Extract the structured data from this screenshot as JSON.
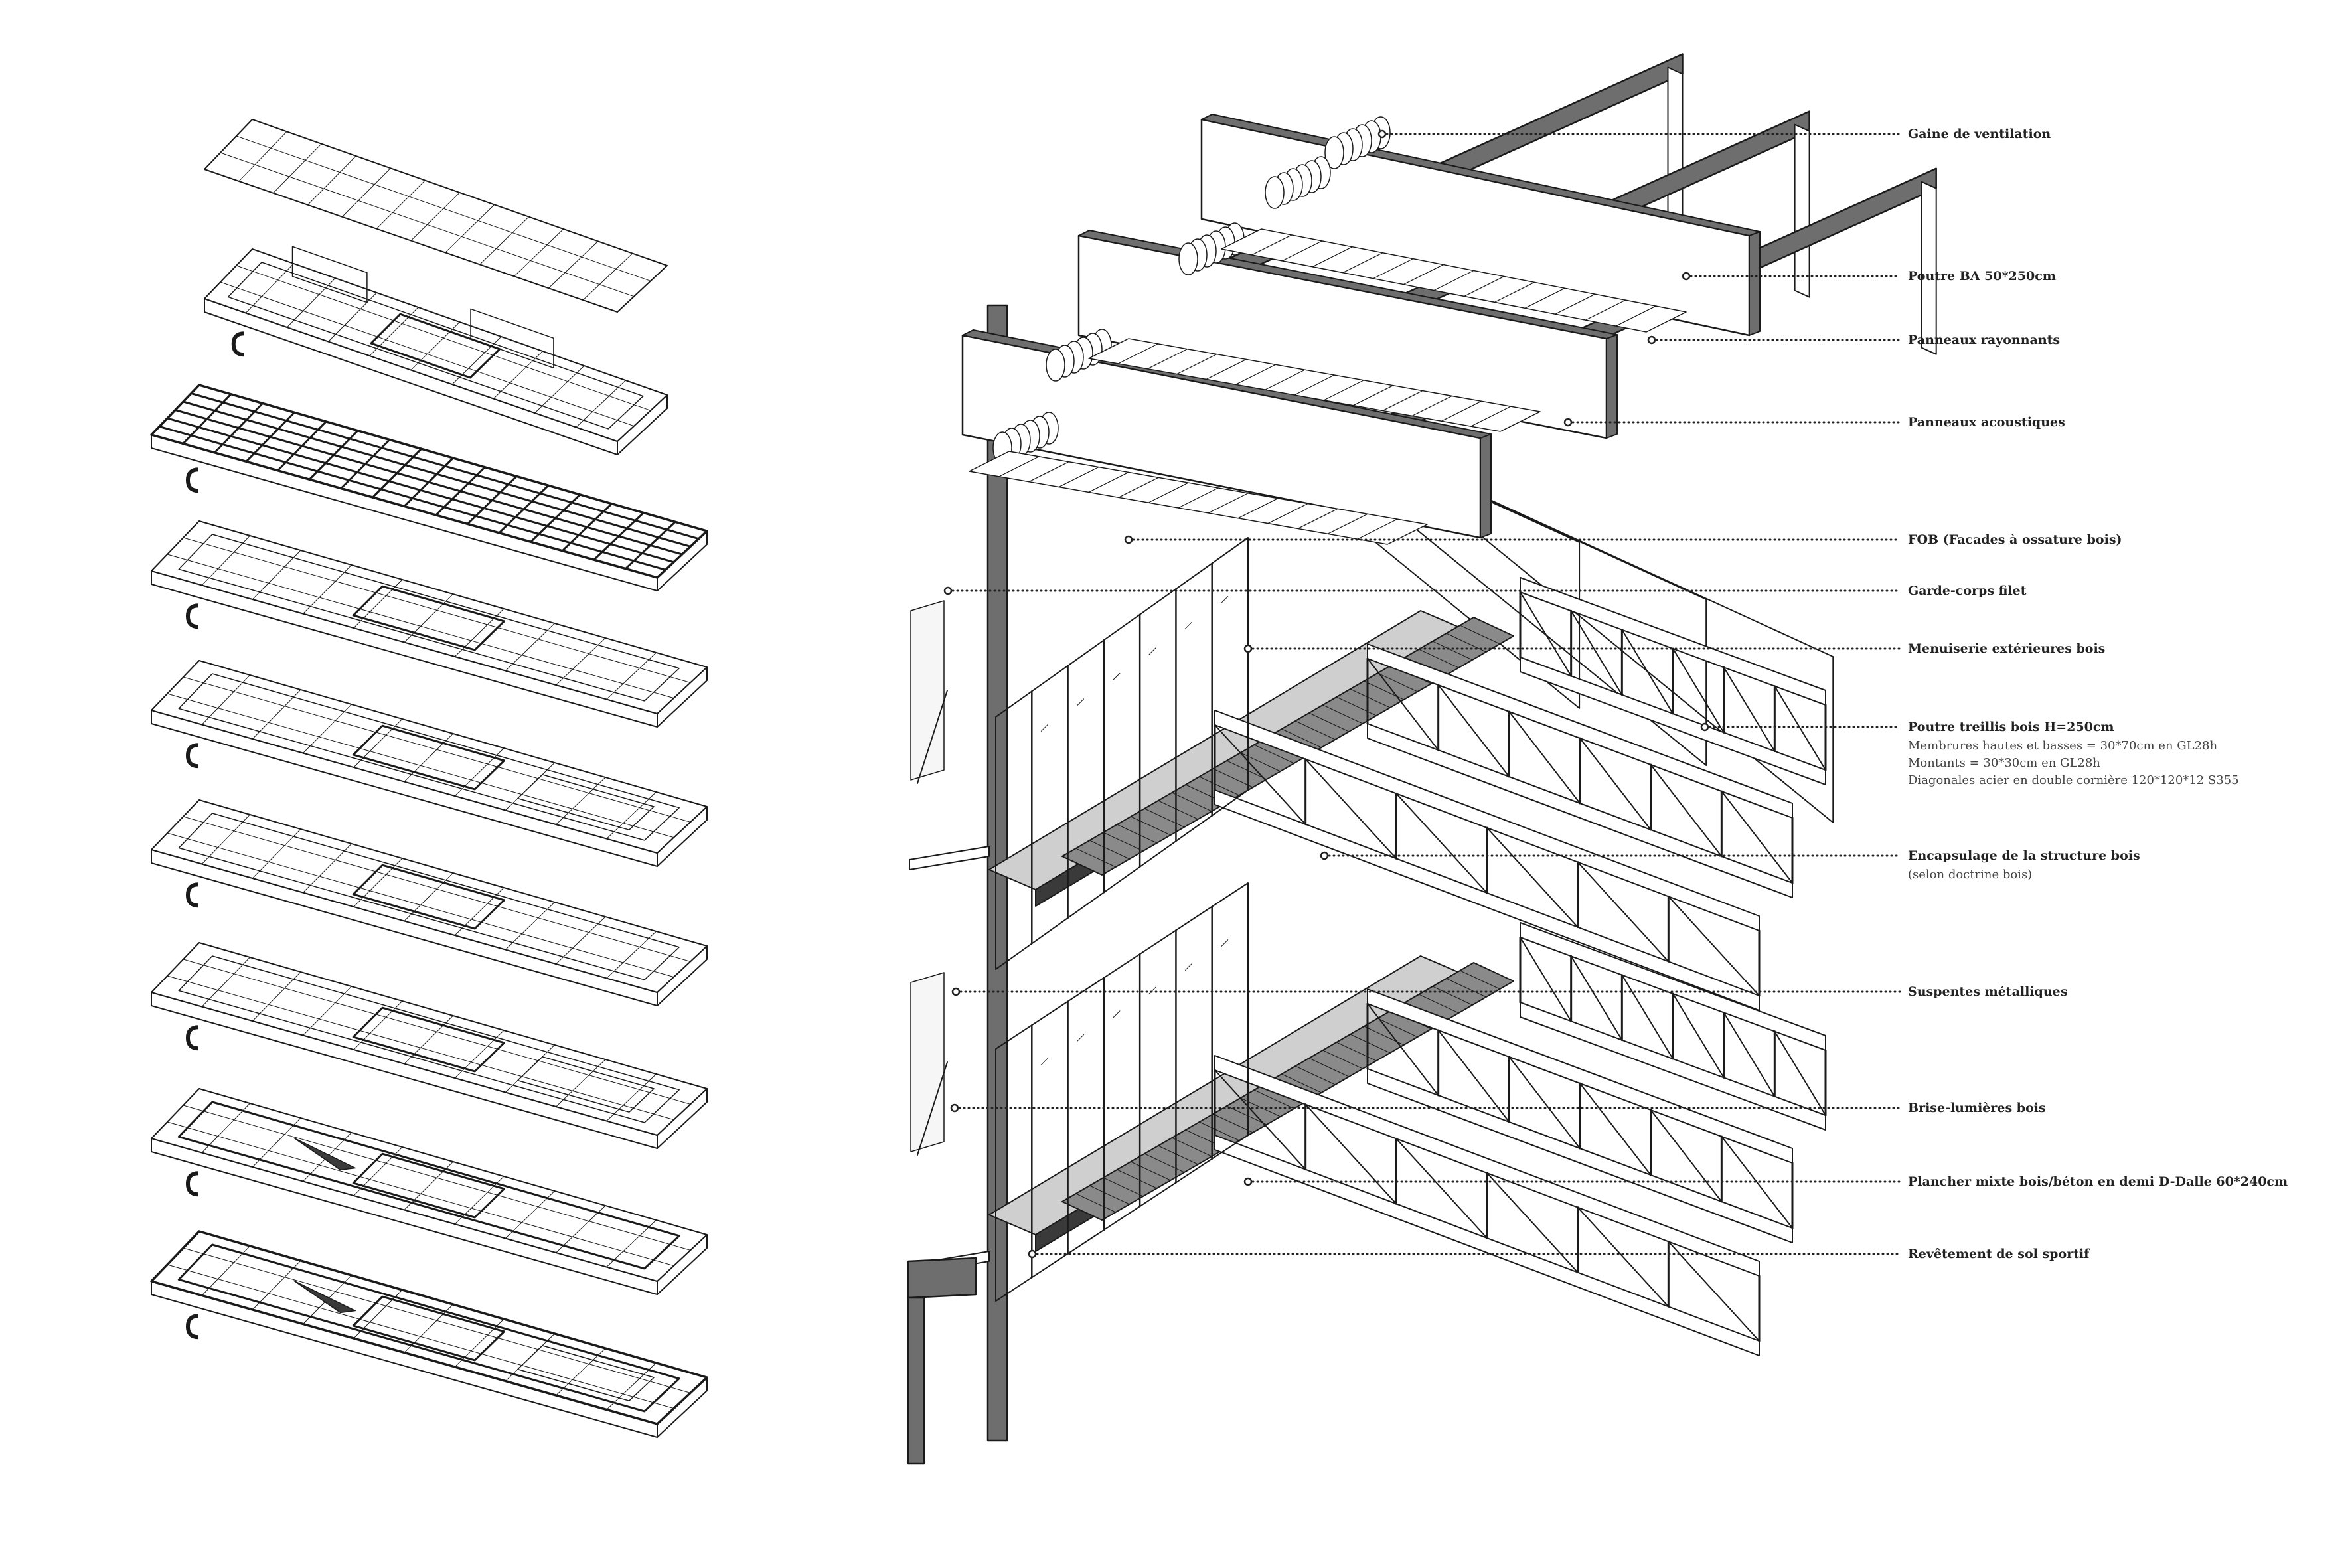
{
  "palette": {
    "ink": "#1a1a1a",
    "concrete": "#6e6e6e",
    "light_fill": "#f2f2f2",
    "mid_fill": "#cfcfcf",
    "dark_fill": "#3a3a3a",
    "background": "#ffffff"
  },
  "callouts": [
    {
      "id": "gaine",
      "title": "Gaine de ventilation",
      "details": []
    },
    {
      "id": "poutre-ba",
      "title": "Poutre BA 50*250cm",
      "details": []
    },
    {
      "id": "panneaux-rayonnants",
      "title": "Panneaux rayonnants",
      "details": []
    },
    {
      "id": "panneaux-acoustiques",
      "title": "Panneaux acoustiques",
      "details": []
    },
    {
      "id": "fob",
      "title": "FOB (Facades à ossature bois)",
      "details": []
    },
    {
      "id": "garde-corps",
      "title": "Garde-corps filet",
      "details": []
    },
    {
      "id": "menuiserie",
      "title": "Menuiserie extérieures bois",
      "details": []
    },
    {
      "id": "poutre-treillis",
      "title": "Poutre treillis bois H=250cm",
      "details": [
        "Membrures hautes et basses = 30*70cm en GL28h",
        "Montants = 30*30cm en GL28h",
        "Diagonales acier en double cornière 120*120*12 S355"
      ]
    },
    {
      "id": "encapsulage",
      "title": "Encapsulage de la structure bois",
      "details": [
        "(selon doctrine bois)"
      ]
    },
    {
      "id": "suspentes",
      "title": "Suspentes métalliques",
      "details": []
    },
    {
      "id": "brise-lumieres",
      "title": "Brise-lumières bois",
      "details": []
    },
    {
      "id": "plancher",
      "title": "Plancher mixte bois/béton en demi D-Dalle 60*240cm",
      "details": []
    },
    {
      "id": "revetement",
      "title": "Revêtement de sol sportif",
      "details": []
    }
  ]
}
